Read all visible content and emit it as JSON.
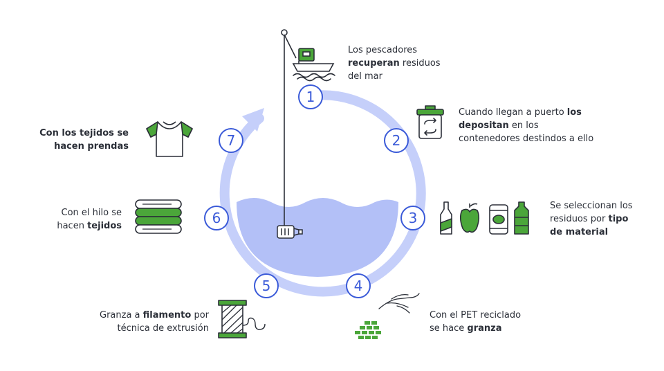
{
  "steps": [
    {
      "number": "1",
      "pre": "Los pescadores ",
      "bold": "recuperan",
      "post": " residuos del mar"
    },
    {
      "number": "2",
      "pre": "Cuando llegan a puerto ",
      "bold": "los depositan",
      "post": " en los contenedores destindos a ello"
    },
    {
      "number": "3",
      "pre": "Se seleccionan los residuos por ",
      "bold": "tipo de material",
      "post": ""
    },
    {
      "number": "4",
      "pre": "Con el PET reciclado se hace ",
      "bold": "granza",
      "post": ""
    },
    {
      "number": "5",
      "pre": "Granza a ",
      "bold": "filamento",
      "post": " por técnica de extrusión"
    },
    {
      "number": "6",
      "pre": "Con el hilo se hacen ",
      "bold": "tejidos",
      "post": ""
    },
    {
      "number": "7",
      "pre": "",
      "bold": "Con los tejidos se hacen prendas",
      "post": ""
    }
  ],
  "colors": {
    "ring": "#c5cffa",
    "water": "#b3c0f7",
    "badge_stroke": "#3a5ad8",
    "icon_green": "#4ba63a",
    "icon_line": "#2b2f38"
  },
  "icons": [
    "boat-icon",
    "recycle-bin-icon",
    "sorted-waste-icon",
    "hand-pellets-icon",
    "spool-icon",
    "folded-fabric-icon",
    "tshirt-icon",
    "bottle-icon"
  ]
}
